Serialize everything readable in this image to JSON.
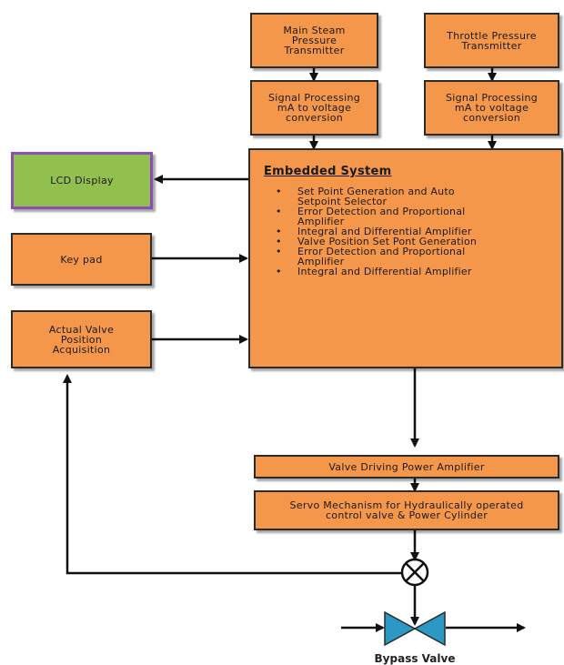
{
  "diagram": {
    "blocks": {
      "main_steam": "Main Steam\nPressure\nTransmitter",
      "throttle": "Throttle Pressure\nTransmitter",
      "signal_proc_left": "Signal Processing\nmA to voltage\nconversion",
      "signal_proc_right": "Signal Processing\nmA to voltage\nconversion",
      "lcd": "LCD Display",
      "keypad": "Key pad",
      "valve_position": "Actual Valve\nPosition\nAcquisition",
      "power_amp": "Valve Driving Power Amplifier",
      "servo": "Servo Mechanism for Hydraulically operated\ncontrol valve & Power Cylinder",
      "bypass_valve": "Bypass Valve"
    },
    "embedded_system": {
      "title": "Embedded System",
      "items": [
        "Set Point Generation and Auto\nSetpoint Selector",
        "Error Detection and Proportional\nAmplifier",
        "Integral and Differential Amplifier",
        "Valve Position Set Pont Generation",
        "Error Detection and Proportional\nAmplifier",
        "Integral and Differential Amplifier"
      ]
    },
    "colors": {
      "block_fill": "#f5974a",
      "lcd_fill": "#92c04f",
      "lcd_border": "#8b4fb4",
      "valve_fill": "#2e98c4",
      "line": "#111111"
    },
    "icons": [
      "summing-junction-icon",
      "bypass-valve-icon",
      "arrow-icon"
    ]
  }
}
